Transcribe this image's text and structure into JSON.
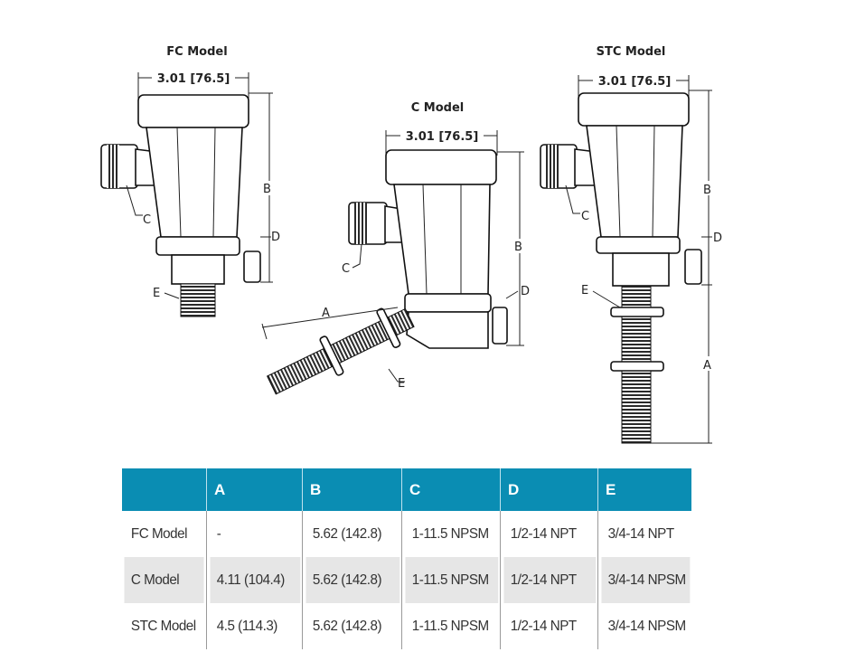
{
  "drawings": {
    "fc": {
      "title": "FC Model",
      "width_dim": "3.01 [76.5]",
      "labels": {
        "B": "B",
        "C": "C",
        "D": "D",
        "E": "E"
      }
    },
    "c": {
      "title": "C Model",
      "width_dim": "3.01 [76.5]",
      "labels": {
        "A": "A",
        "B": "B",
        "C": "C",
        "D": "D",
        "E": "E"
      }
    },
    "stc": {
      "title": "STC Model",
      "width_dim": "3.01 [76.5]",
      "labels": {
        "A": "A",
        "B": "B",
        "C": "C",
        "D": "D",
        "E": "E"
      }
    }
  },
  "table": {
    "header_color": "#0a8db3",
    "headers": [
      "",
      "A",
      "B",
      "C",
      "D",
      "E"
    ],
    "rows": [
      [
        "FC Model",
        "-",
        "5.62 (142.8)",
        "1-11.5 NPSM",
        "1/2-14 NPT",
        "3/4-14 NPT"
      ],
      [
        "C Model",
        "4.11 (104.4)",
        "5.62 (142.8)",
        "1-11.5 NPSM",
        "1/2-14 NPT",
        "3/4-14 NPSM"
      ],
      [
        "STC Model",
        "4.5 (114.3)",
        "5.62 (142.8)",
        "1-11.5 NPSM",
        "1/2-14 NPT",
        "3/4-14 NPSM"
      ]
    ]
  }
}
